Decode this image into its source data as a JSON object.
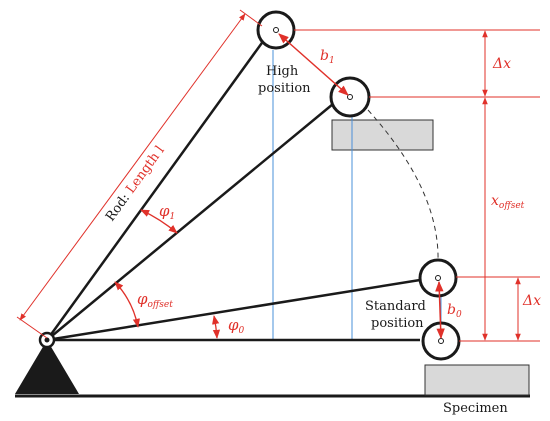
{
  "labels": {
    "rod_prefix": "Rod: ",
    "rod_length": "Length l",
    "high_line1": "High",
    "high_line2": "position",
    "standard_line1": "Standard",
    "standard_line2": "position",
    "specimen": "Specimen",
    "b1_base": "b",
    "b1_sub": "1",
    "b0_base": "b",
    "b0_sub": "0",
    "phi1_base": "φ",
    "phi1_sub": "1",
    "phi0_base": "φ",
    "phi0_sub": "0",
    "phioffset_base": "φ",
    "phioffset_sub": "offset",
    "dx_top": "Δx",
    "dx_bottom": "Δx",
    "xoffset_base": "x",
    "xoffset_sub": "offset"
  },
  "colors": {
    "annotation": "#e0312a",
    "structure": "#1a1a1a",
    "vertical_guide": "#4a90d9",
    "block_fill": "#d9d9d9"
  }
}
